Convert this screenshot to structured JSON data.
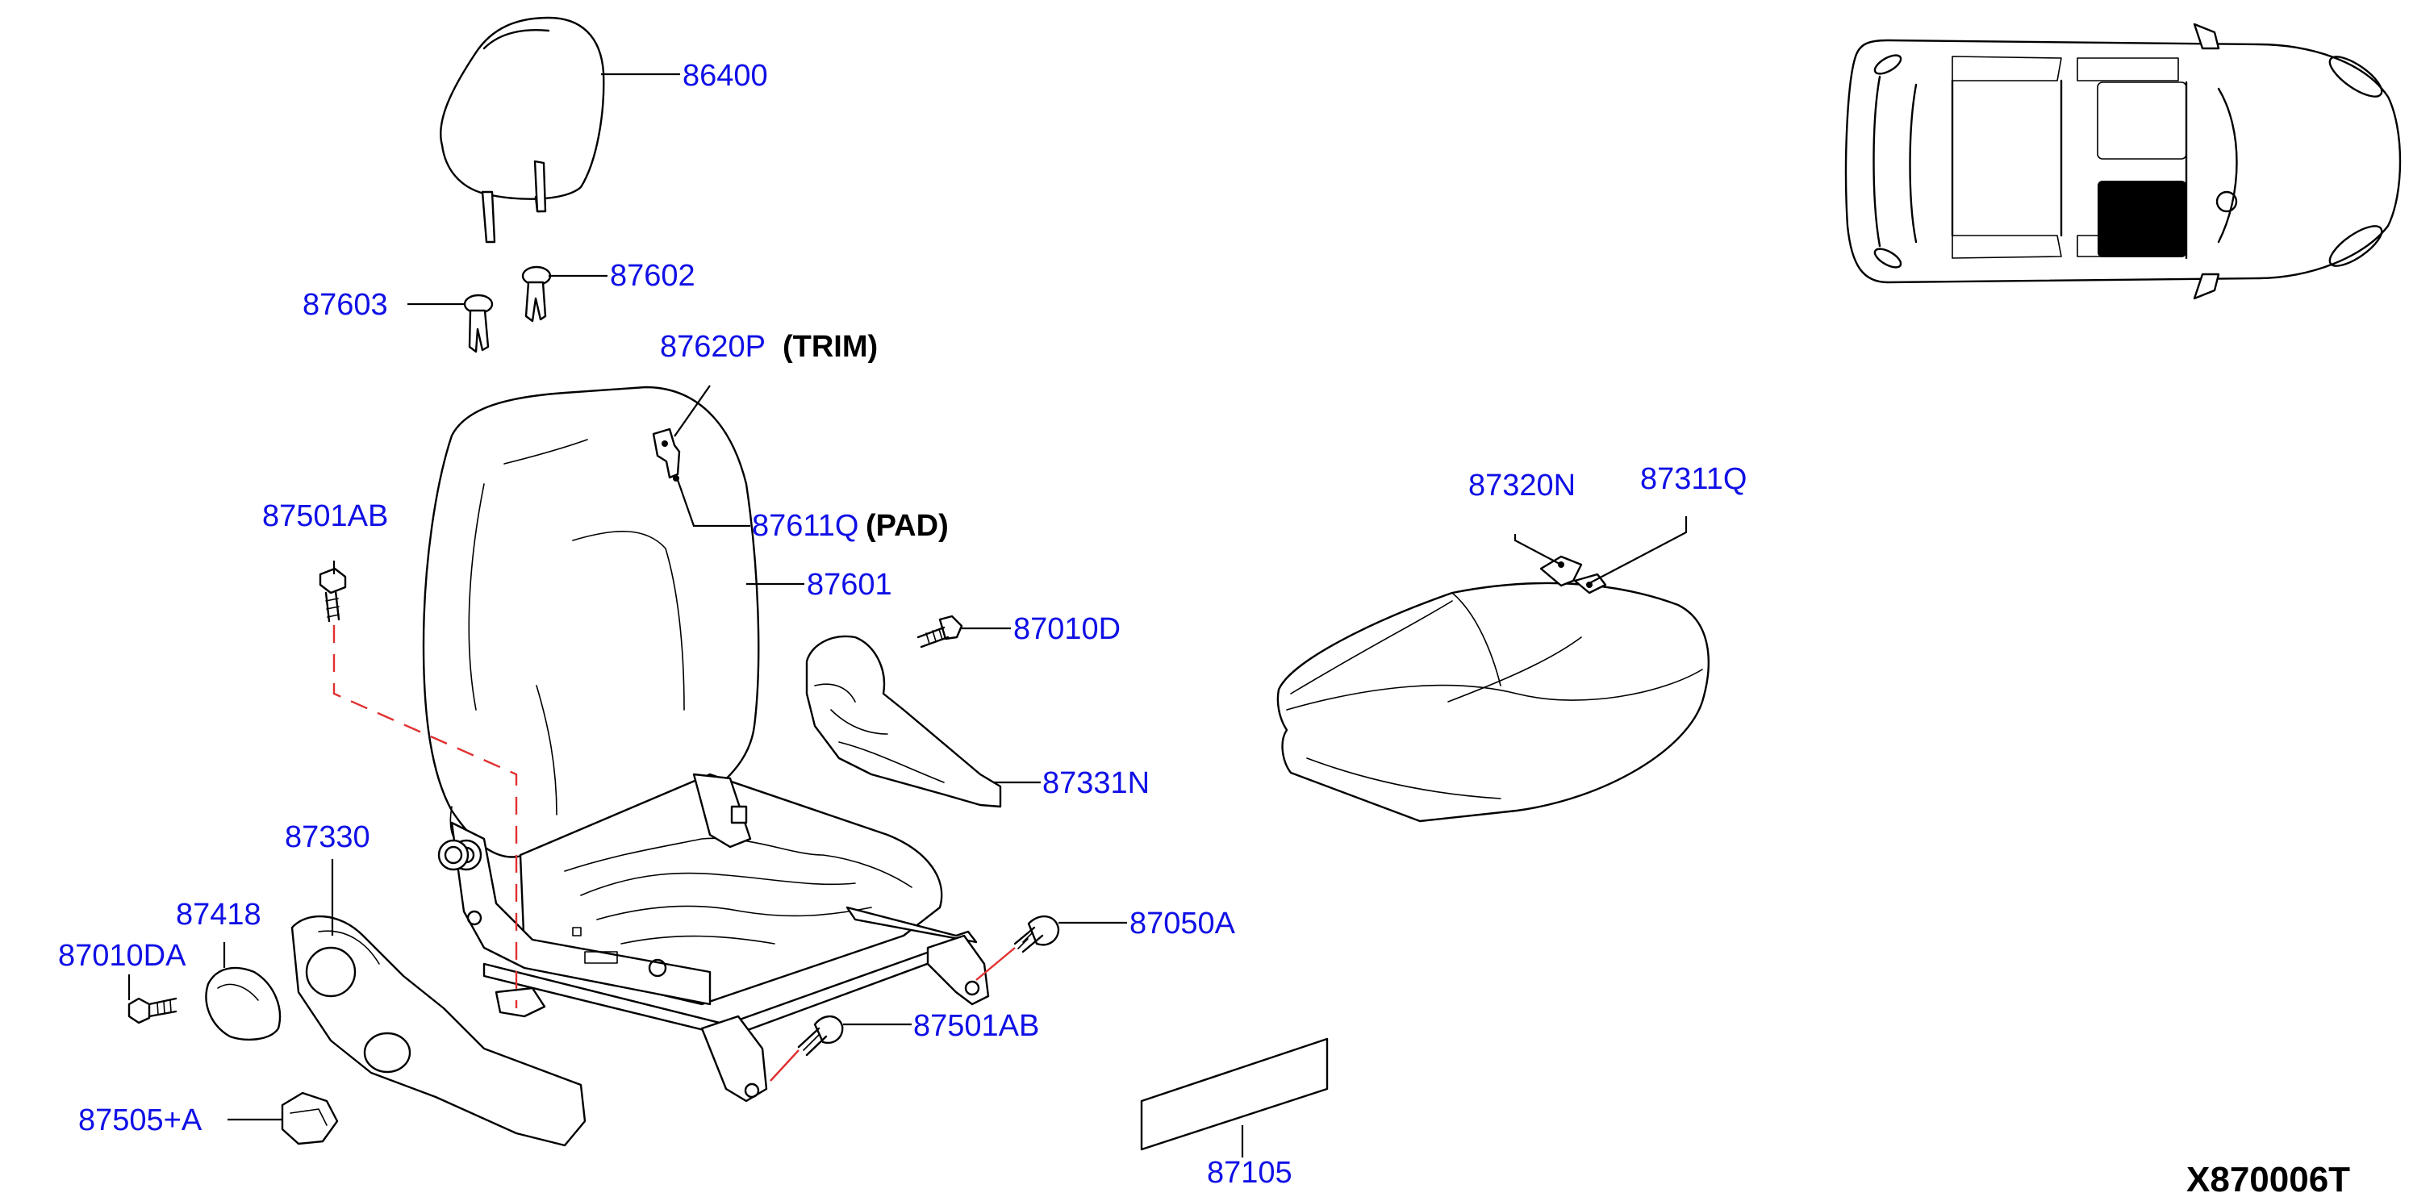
{
  "diagram": {
    "parts": {
      "p86400": "86400",
      "p87602": "87602",
      "p87603": "87603",
      "p87620P": "87620P",
      "p87501AB_top": "87501AB",
      "p87611Q": "87611Q",
      "p87601": "87601",
      "p87010D": "87010D",
      "p87331N": "87331N",
      "p87330": "87330",
      "p87418": "87418",
      "p87010DA": "87010DA",
      "p87050A": "87050A",
      "p87501AB_bottom": "87501AB",
      "p87505A": "87505+A",
      "p87105": "87105",
      "p87320N": "87320N",
      "p87311Q": "87311Q"
    },
    "notes": {
      "trim": "(TRIM)",
      "pad": "(PAD)"
    },
    "code": "X870006T",
    "colors": {
      "label": "#1010e6",
      "leader": "#000000",
      "dashed": "#e03030",
      "highlight": "#000000"
    }
  }
}
